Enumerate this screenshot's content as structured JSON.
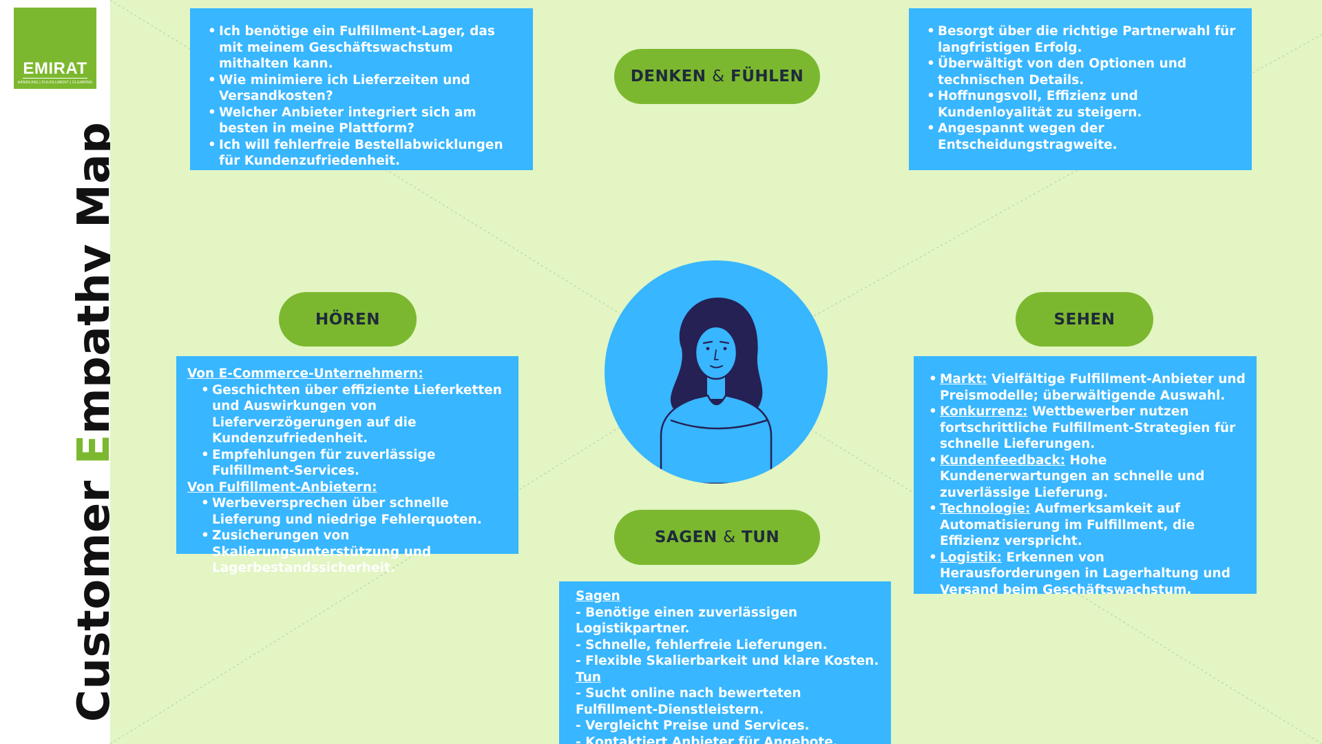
{
  "logo": {
    "brand": "EMIRAT",
    "tagline": "HANDLING | FULFILLMENT | CLEARING"
  },
  "title": {
    "part1": "Customer ",
    "highlight": "E",
    "part2": "mpathy Map"
  },
  "colors": {
    "green": "#7cb82f",
    "blue": "#38b6ff",
    "background": "#e2f5c3"
  },
  "labels": {
    "think": {
      "a": "DENKEN",
      "amp": "&",
      "b": "FÜHLEN"
    },
    "hear": "HÖREN",
    "see": "SEHEN",
    "say": {
      "a": "SAGEN",
      "amp": "&",
      "b": "TUN"
    }
  },
  "think": [
    "Ich benötige ein Fulfillment-Lager, das mit meinem Geschäftswachstum mithalten kann.",
    "Wie minimiere ich Lieferzeiten und Versandkosten?",
    "Welcher Anbieter integriert sich am besten in meine Plattform?",
    "Ich will fehlerfreie Bestellabwicklungen für Kundenzufriedenheit."
  ],
  "feel": [
    "Besorgt über die richtige Partnerwahl für langfristigen Erfolg.",
    "Überwältigt von den Optionen und technischen Details.",
    "Hoffnungsvoll, Effizienz und Kundenloyalität zu steigern.",
    "Angespannt wegen der Entscheidungstragweite."
  ],
  "hear": {
    "group1": {
      "heading": "Von E-Commerce-Unternehmern:",
      "items": [
        "Geschichten über effiziente Lieferketten und Auswirkungen von Lieferverzögerungen auf die Kundenzufriedenheit.",
        "Empfehlungen für zuverlässige Fulfillment-Services."
      ]
    },
    "group2": {
      "heading": "Von Fulfillment-Anbietern:",
      "items": [
        "Werbeversprechen über schnelle Lieferung und niedrige Fehlerquoten.",
        "Zusicherungen von Skalierungsunterstützung und Lagerbestandssicherheit."
      ]
    }
  },
  "see": [
    {
      "key": "Markt:",
      "text": " Vielfältige Fulfillment-Anbieter und Preismodelle; überwältigende Auswahl."
    },
    {
      "key": "Konkurrenz:",
      "text": " Wettbewerber nutzen fortschrittliche Fulfillment-Strategien für schnelle Lieferungen."
    },
    {
      "key": "Kundenfeedback:",
      "text": " Hohe Kundenerwartungen an schnelle und zuverlässige Lieferung."
    },
    {
      "key": "Technologie:",
      "text": " Aufmerksamkeit auf Automatisierung im Fulfillment, die Effizienz verspricht."
    },
    {
      "key": "Logistik:",
      "text": " Erkennen von Herausforderungen in Lagerhaltung und Versand beim Geschäftswachstum."
    }
  ],
  "say": {
    "sagen_heading": "Sagen",
    "sagen": [
      "- Benötige einen zuverlässigen Logistikpartner.",
      "- Schnelle, fehlerfreie Lieferungen.",
      "- Flexible Skalierbarkeit und klare Kosten."
    ],
    "tun_heading": "Tun",
    "tun": [
      "- Sucht online nach bewerteten Fulfillment-Dienstleistern.",
      "- Vergleicht Preise und Services.",
      "- Kontaktiert Anbieter für Angebote."
    ]
  }
}
